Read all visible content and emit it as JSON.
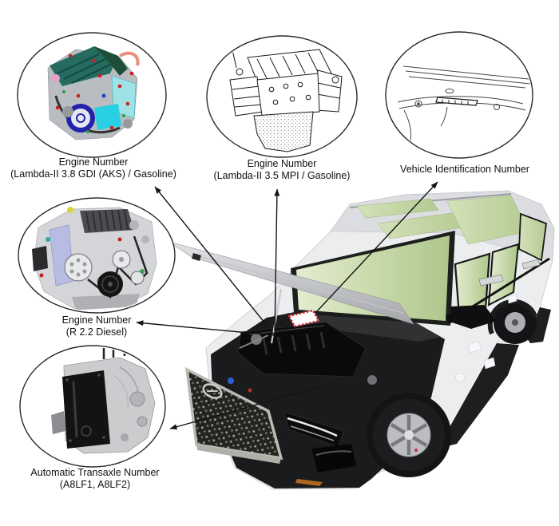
{
  "figure": {
    "labels": {
      "engine38": {
        "line1": "Engine Number",
        "line2": "(Lambda-II 3.8 GDI (AKS) / Gasoline)"
      },
      "engine35": {
        "line1": "Engine Number",
        "line2": "(Lambda-II 3.5 MPI / Gasoline)"
      },
      "vin": {
        "line1": "Vehicle Identification Number"
      },
      "engineR22": {
        "line1": "Engine Number",
        "line2": "(R 2.2 Diesel)"
      },
      "transaxle": {
        "line1": "Automatic Transaxle Number",
        "line2": "(A8LF1, A8LF2)"
      }
    },
    "illustrations": [
      {
        "name": "engine-lambda-3-8-gdi-color-cad-render"
      },
      {
        "name": "engine-lambda-3-5-mpi-line-drawing"
      },
      {
        "name": "vin-plate-location-line-drawing"
      },
      {
        "name": "engine-r-2-2-diesel-render"
      },
      {
        "name": "automatic-transaxle-photo"
      },
      {
        "name": "hyundai-palisade-front-three-quarter-open-hood-photo"
      }
    ],
    "colors": {
      "background": "#ffffff",
      "leader_line": "#141414",
      "text": "#111111",
      "vin_marker_red": "#cc2028",
      "protective_film_green": "#bfd49e",
      "body_silver": "#ebecee"
    }
  }
}
